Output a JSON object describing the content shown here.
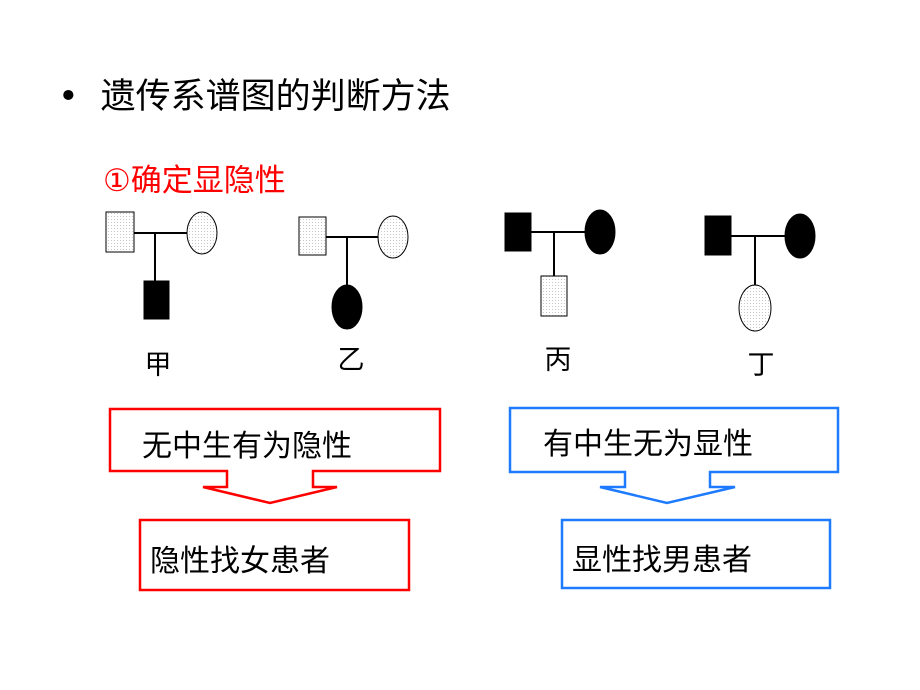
{
  "title": "遗传系谱图的判断方法",
  "bullet": "•",
  "subtitle": "①确定显隐性",
  "pedigrees": [
    {
      "label": "甲",
      "father": "unaffected",
      "mother": "unaffected",
      "child": "affected-male"
    },
    {
      "label": "乙",
      "father": "unaffected",
      "mother": "unaffected",
      "child": "affected-female"
    },
    {
      "label": "丙",
      "father": "affected",
      "mother": "affected",
      "child": "unaffected-male"
    },
    {
      "label": "丁",
      "father": "affected",
      "mother": "affected",
      "child": "unaffected-female"
    }
  ],
  "recessive_rule": "无中生有为隐性",
  "recessive_hint": "隐性找女患者",
  "dominant_rule": "有中生无为显性",
  "dominant_hint": "显性找男患者",
  "colors": {
    "red": "#ff0000",
    "blue": "#1e7bff",
    "affected_fill": "#000000",
    "unaffected_fill": "#f2f2f2"
  }
}
